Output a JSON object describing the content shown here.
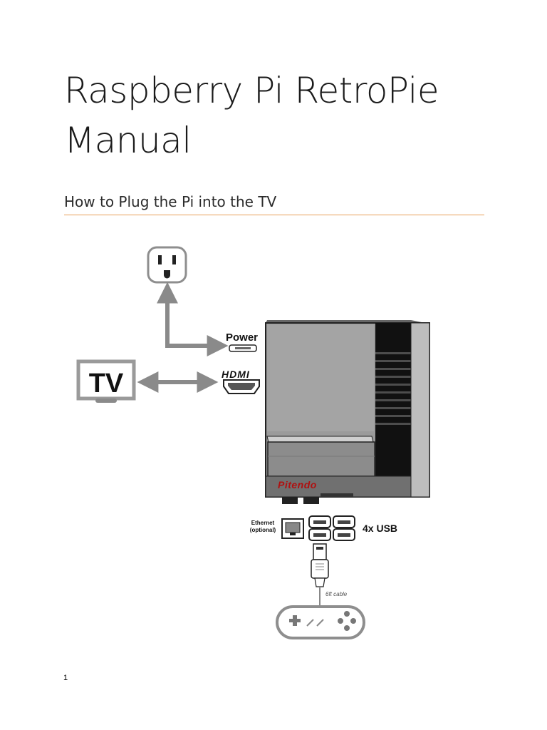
{
  "document": {
    "title": "Raspberry Pi RetroPie Manual",
    "subtitle": "How to Plug the Pi into the TV",
    "page_number": "1",
    "accent_color": "#e8a05a"
  },
  "diagram": {
    "tv_label": "TV",
    "power_label": "Power",
    "hdmi_label": "HDMI",
    "console_brand": "Pitendo",
    "ethernet_label": "Ethernet",
    "ethernet_note": "(optional)",
    "usb_label": "4x USB",
    "cable_label": "6ft cable"
  }
}
